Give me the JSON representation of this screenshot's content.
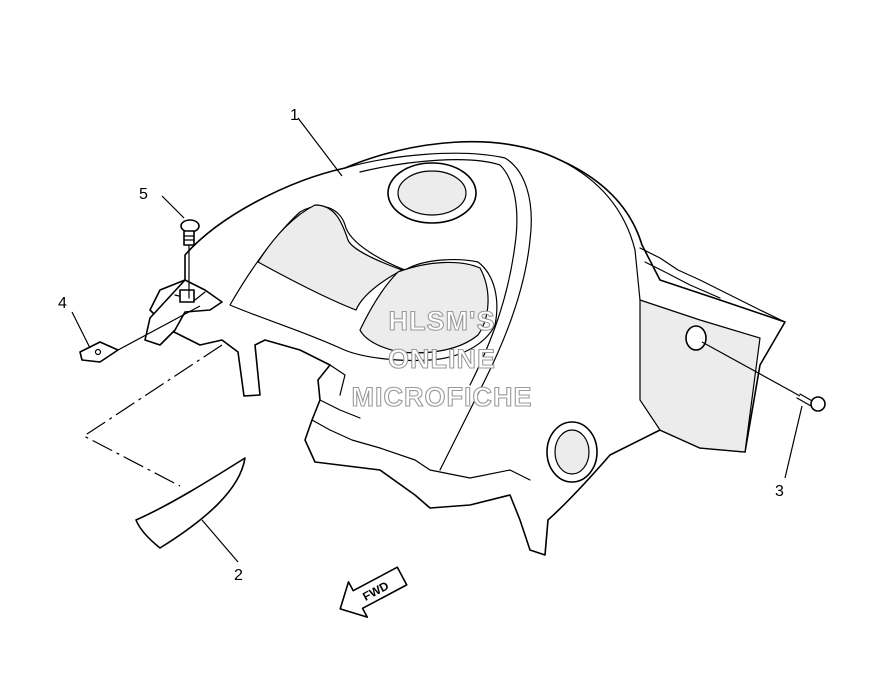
{
  "callouts": [
    {
      "id": "1",
      "label": "1"
    },
    {
      "id": "2",
      "label": "2"
    },
    {
      "id": "3",
      "label": "3"
    },
    {
      "id": "4",
      "label": "4"
    },
    {
      "id": "5",
      "label": "5"
    }
  ],
  "watermark": {
    "line1": "HLSM'S",
    "line2": "ONLINE",
    "line3": "MICROFICHE"
  },
  "direction_arrow": {
    "label": "FWD"
  }
}
